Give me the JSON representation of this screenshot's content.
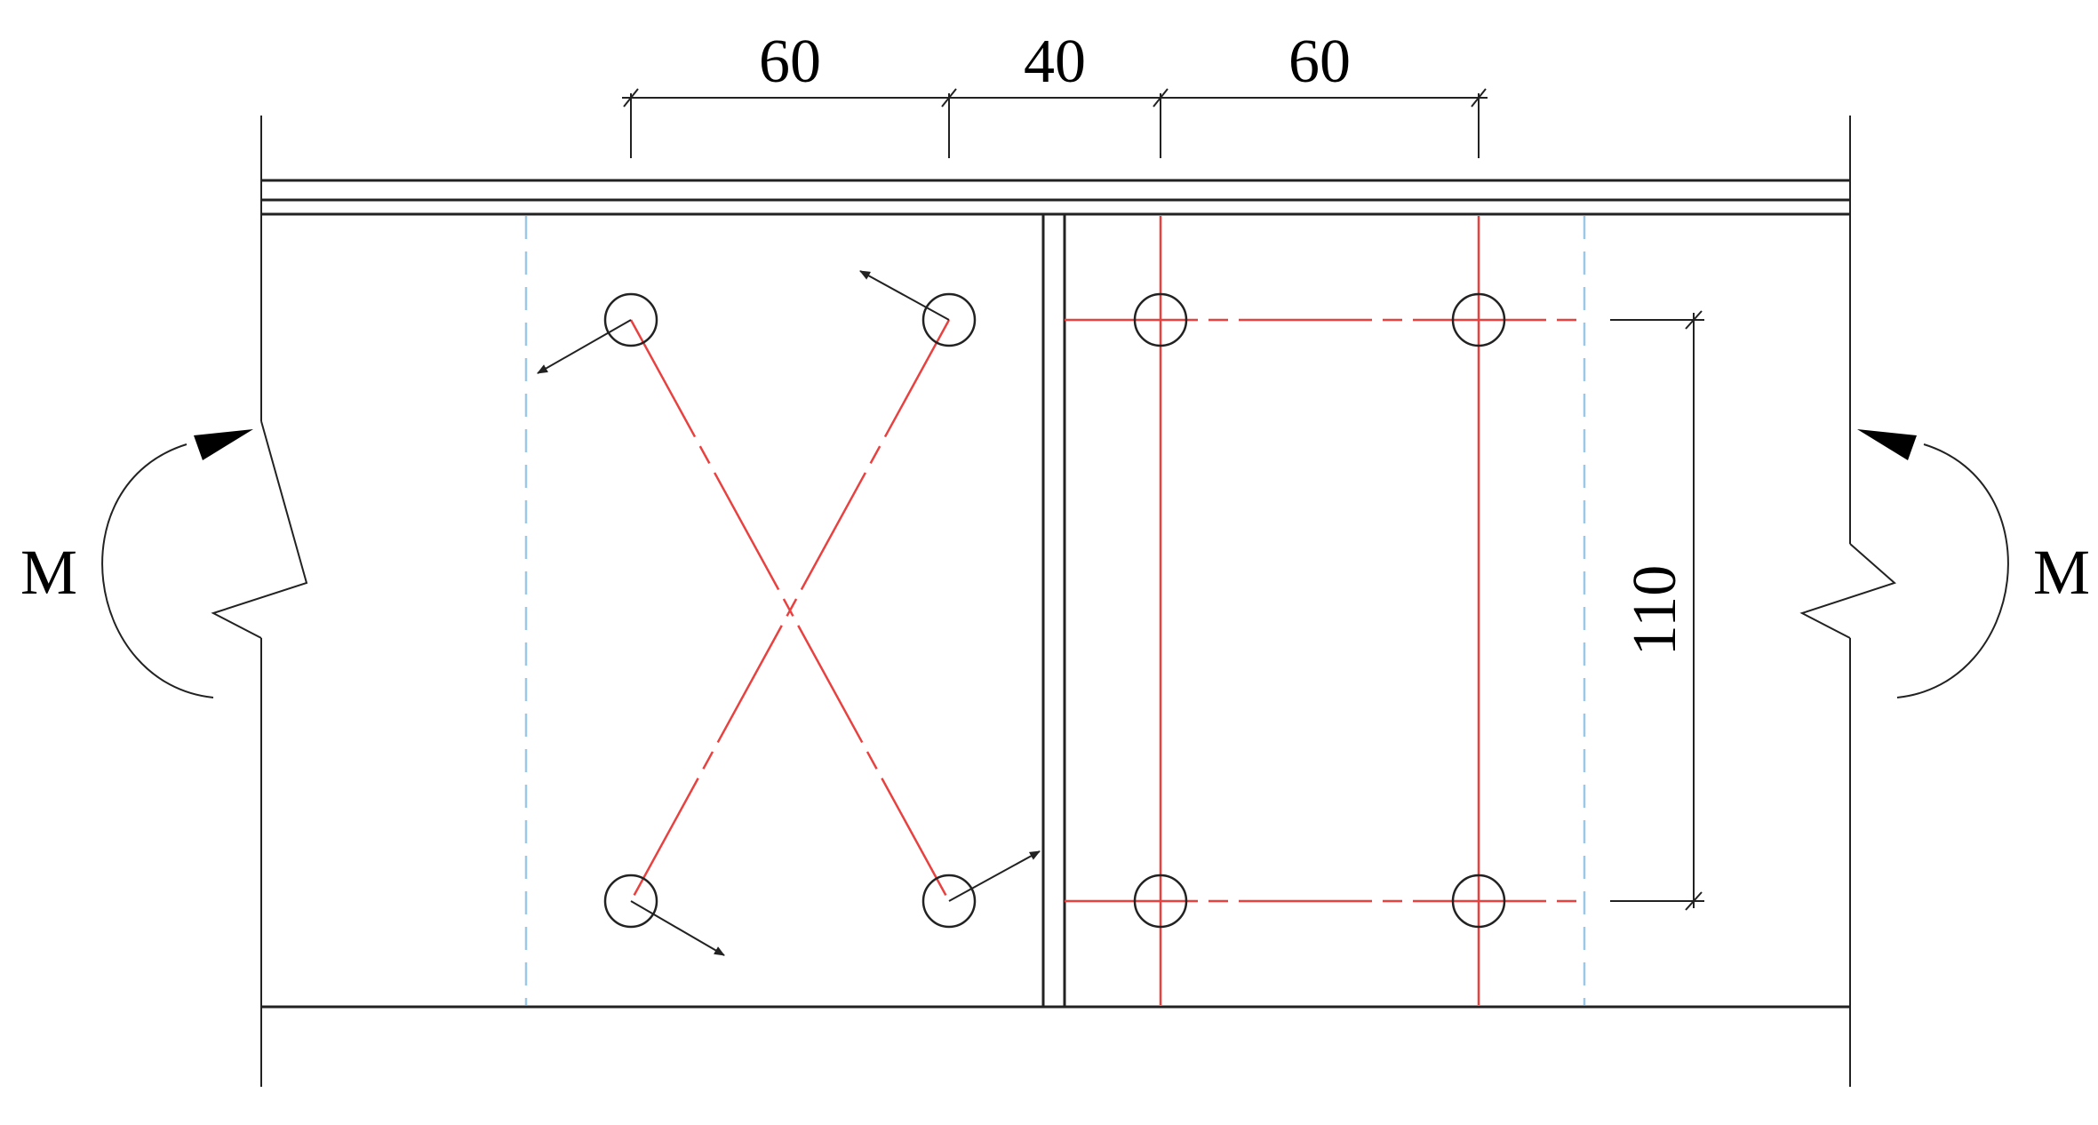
{
  "dimensions": {
    "top": [
      "60",
      "40",
      "60"
    ],
    "right": "110"
  },
  "moments": {
    "left": "M",
    "right": "M"
  },
  "colors": {
    "member_outline": "#222222",
    "bolt_centerline": "#e8413f",
    "plate_edge": "#9cc8e8"
  }
}
